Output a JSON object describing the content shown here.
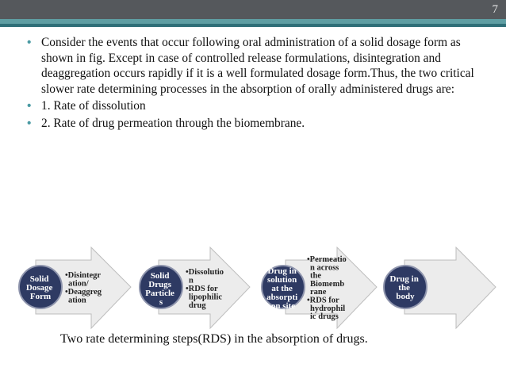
{
  "slide": {
    "number": "7",
    "bullets": [
      "Consider the events that occur following oral administration of a solid dosage form as shown in fig. Except in case of controlled release formulations, disintegration and deaggregation occurs rapidly if it is a well formulated dosage form.Thus, the two critical slower rate determining processes in the absorption of orally administered drugs are:",
      "1. Rate of dissolution",
      "2. Rate of drug permeation through the biomembrane."
    ],
    "caption": "Two rate determining steps(RDS) in the absorption of drugs."
  },
  "diagram": {
    "steps": [
      {
        "circle": [
          "Solid",
          "Dosage",
          "Form"
        ],
        "arrow": [
          "•Disintegr",
          "ation/",
          "•Deaggreg",
          "ation"
        ]
      },
      {
        "circle": [
          "Solid",
          "Drugs",
          "Particle",
          "s"
        ],
        "arrow": [
          "•Dissolutio",
          "n",
          "•RDS for",
          "lipophilic",
          "drug"
        ]
      },
      {
        "circle": [
          "Drug in",
          "solution",
          "at the",
          "absorpti",
          "on site"
        ],
        "arrow": [
          "•Permeatio",
          "n across",
          "the",
          "Biomemb",
          "rane",
          "•RDS for",
          "hydrophil",
          "ic drugs"
        ]
      },
      {
        "circle": [
          "Drug in",
          "the",
          "body"
        ],
        "arrow": []
      }
    ]
  }
}
